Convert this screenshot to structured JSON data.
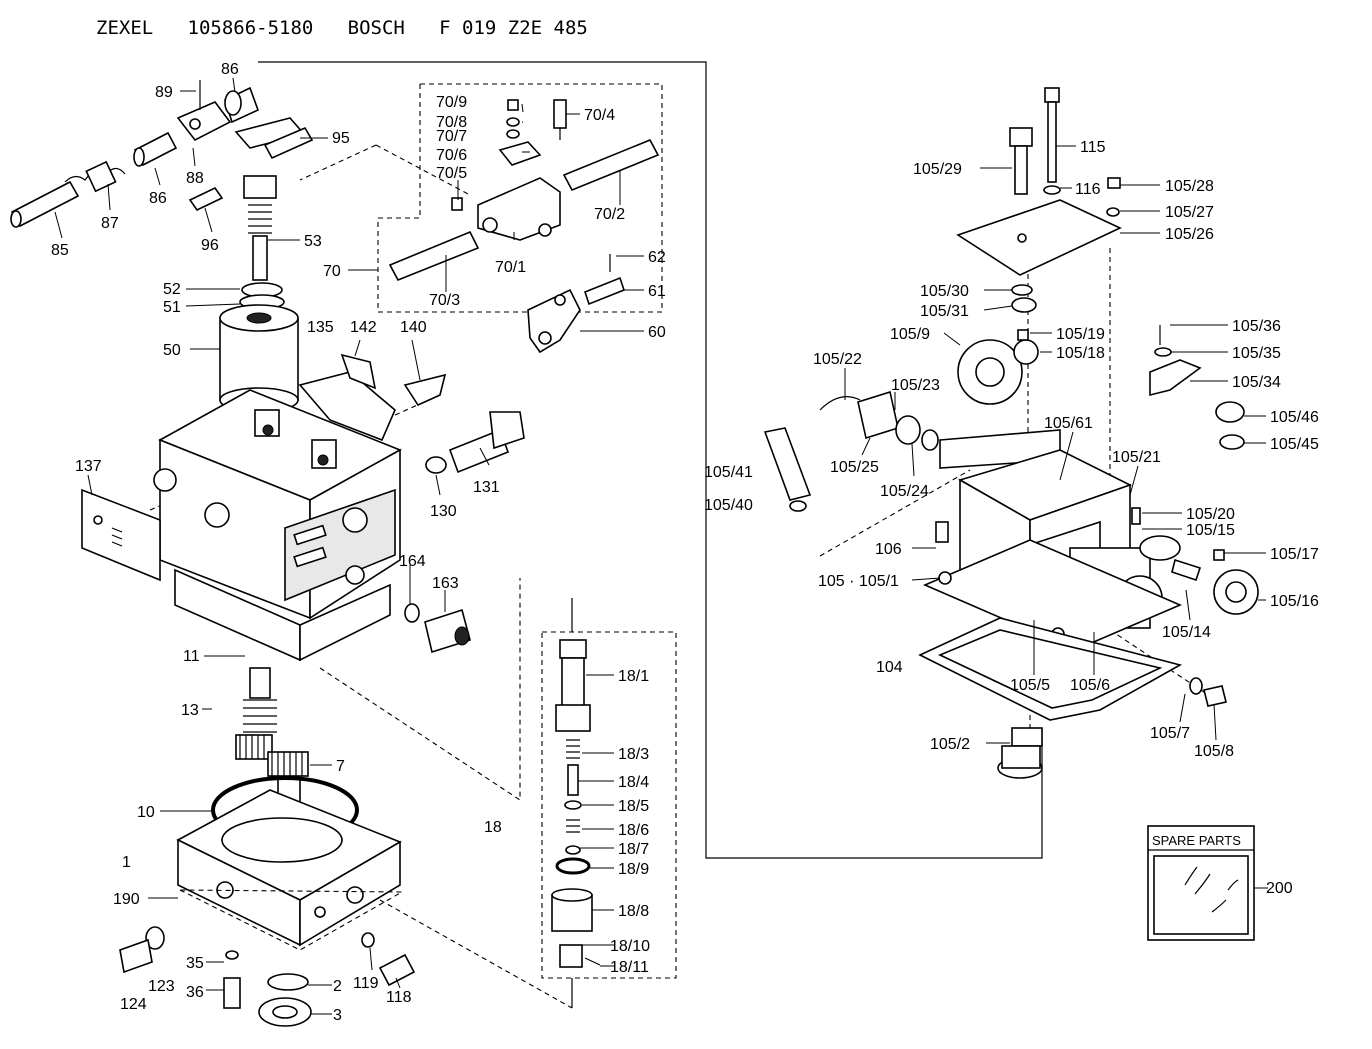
{
  "header": {
    "title": "ZEXEL   105866-5180   BOSCH   F 019 Z2E 485"
  },
  "spare_parts_box": {
    "title": "SPARE PARTS",
    "number": "200"
  },
  "callouts": [
    {
      "id": "c89",
      "text": "89"
    },
    {
      "id": "c86a",
      "text": "86"
    },
    {
      "id": "c95",
      "text": "95"
    },
    {
      "id": "c88",
      "text": "88"
    },
    {
      "id": "c86b",
      "text": "86"
    },
    {
      "id": "c87",
      "text": "87"
    },
    {
      "id": "c85",
      "text": "85"
    },
    {
      "id": "c96",
      "text": "96"
    },
    {
      "id": "c53",
      "text": "53"
    },
    {
      "id": "c52",
      "text": "52"
    },
    {
      "id": "c51",
      "text": "51"
    },
    {
      "id": "c50",
      "text": "50"
    },
    {
      "id": "c135",
      "text": "135"
    },
    {
      "id": "c142",
      "text": "142"
    },
    {
      "id": "c140",
      "text": "140"
    },
    {
      "id": "c137",
      "text": "137"
    },
    {
      "id": "c131",
      "text": "131"
    },
    {
      "id": "c130",
      "text": "130"
    },
    {
      "id": "c164",
      "text": "164"
    },
    {
      "id": "c163",
      "text": "163"
    },
    {
      "id": "c11",
      "text": "11"
    },
    {
      "id": "c13",
      "text": "13"
    },
    {
      "id": "c7",
      "text": "7"
    },
    {
      "id": "c10",
      "text": "10"
    },
    {
      "id": "c1",
      "text": "1"
    },
    {
      "id": "c190",
      "text": "190"
    },
    {
      "id": "c35",
      "text": "35"
    },
    {
      "id": "c36",
      "text": "36"
    },
    {
      "id": "c124",
      "text": "124"
    },
    {
      "id": "c123",
      "text": "123"
    },
    {
      "id": "c2",
      "text": "2"
    },
    {
      "id": "c3",
      "text": "3"
    },
    {
      "id": "c119",
      "text": "119"
    },
    {
      "id": "c118",
      "text": "118"
    },
    {
      "id": "c18",
      "text": "18"
    },
    {
      "id": "c70_9",
      "text": "70/9"
    },
    {
      "id": "c70_8",
      "text": "70/8"
    },
    {
      "id": "c70_7",
      "text": "70/7"
    },
    {
      "id": "c70_6",
      "text": "70/6"
    },
    {
      "id": "c70_5",
      "text": "70/5"
    },
    {
      "id": "c70_4",
      "text": "70/4"
    },
    {
      "id": "c70_2",
      "text": "70/2"
    },
    {
      "id": "c70_1",
      "text": "70/1"
    },
    {
      "id": "c70_3",
      "text": "70/3"
    },
    {
      "id": "c70",
      "text": "70"
    },
    {
      "id": "c62",
      "text": "62"
    },
    {
      "id": "c61",
      "text": "61"
    },
    {
      "id": "c60",
      "text": "60"
    },
    {
      "id": "c18_1",
      "text": "18/1"
    },
    {
      "id": "c18_3",
      "text": "18/3"
    },
    {
      "id": "c18_4",
      "text": "18/4"
    },
    {
      "id": "c18_5",
      "text": "18/5"
    },
    {
      "id": "c18_6",
      "text": "18/6"
    },
    {
      "id": "c18_7",
      "text": "18/7"
    },
    {
      "id": "c18_9",
      "text": "18/9"
    },
    {
      "id": "c18_8",
      "text": "18/8"
    },
    {
      "id": "c18_10",
      "text": "18/10"
    },
    {
      "id": "c18_11",
      "text": "18/11"
    },
    {
      "id": "c115",
      "text": "115"
    },
    {
      "id": "c105_29",
      "text": "105/29"
    },
    {
      "id": "c116",
      "text": "116"
    },
    {
      "id": "c105_28",
      "text": "105/28"
    },
    {
      "id": "c105_27",
      "text": "105/27"
    },
    {
      "id": "c105_26",
      "text": "105/26"
    },
    {
      "id": "c105_30",
      "text": "105/30"
    },
    {
      "id": "c105_31",
      "text": "105/31"
    },
    {
      "id": "c105_9",
      "text": "105/9"
    },
    {
      "id": "c105_19",
      "text": "105/19"
    },
    {
      "id": "c105_18",
      "text": "105/18"
    },
    {
      "id": "c105_22",
      "text": "105/22"
    },
    {
      "id": "c105_23",
      "text": "105/23"
    },
    {
      "id": "c105_36",
      "text": "105/36"
    },
    {
      "id": "c105_35",
      "text": "105/35"
    },
    {
      "id": "c105_34",
      "text": "105/34"
    },
    {
      "id": "c105_46",
      "text": "105/46"
    },
    {
      "id": "c105_45",
      "text": "105/45"
    },
    {
      "id": "c105_61",
      "text": "105/61"
    },
    {
      "id": "c105_41",
      "text": "105/41"
    },
    {
      "id": "c105_25",
      "text": "105/25"
    },
    {
      "id": "c105_24",
      "text": "105/24"
    },
    {
      "id": "c105_21",
      "text": "105/21"
    },
    {
      "id": "c105_40",
      "text": "105/40"
    },
    {
      "id": "c105_20",
      "text": "105/20"
    },
    {
      "id": "c105_15",
      "text": "105/15"
    },
    {
      "id": "c105_17",
      "text": "105/17"
    },
    {
      "id": "c106",
      "text": "106"
    },
    {
      "id": "c105_105_1",
      "text": "105 · 105/1"
    },
    {
      "id": "c105_16",
      "text": "105/16"
    },
    {
      "id": "c105_14",
      "text": "105/14"
    },
    {
      "id": "c104",
      "text": "104"
    },
    {
      "id": "c105_5",
      "text": "105/5"
    },
    {
      "id": "c105_6",
      "text": "105/6"
    },
    {
      "id": "c105_2",
      "text": "105/2"
    },
    {
      "id": "c105_7",
      "text": "105/7"
    },
    {
      "id": "c105_8",
      "text": "105/8"
    }
  ]
}
